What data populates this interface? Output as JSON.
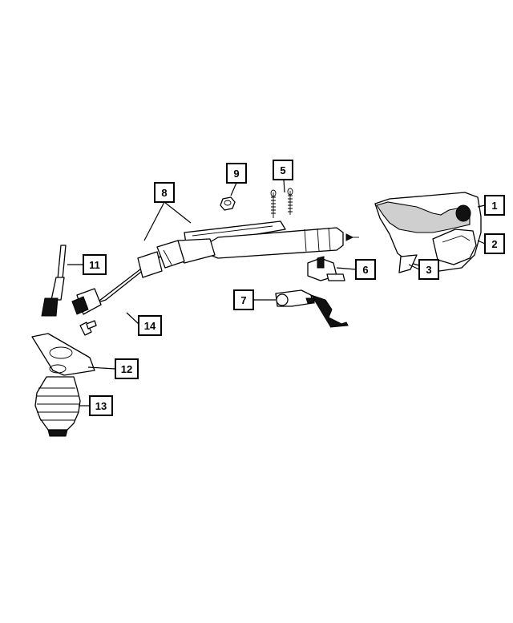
{
  "callouts": [
    {
      "id": "1",
      "label": "1"
    },
    {
      "id": "2",
      "label": "2"
    },
    {
      "id": "3",
      "label": "3"
    },
    {
      "id": "5",
      "label": "5"
    },
    {
      "id": "6",
      "label": "6"
    },
    {
      "id": "7",
      "label": "7"
    },
    {
      "id": "8",
      "label": "8"
    },
    {
      "id": "9",
      "label": "9"
    },
    {
      "id": "11",
      "label": "11"
    },
    {
      "id": "12",
      "label": "12"
    },
    {
      "id": "13",
      "label": "13"
    },
    {
      "id": "14",
      "label": "14"
    }
  ]
}
